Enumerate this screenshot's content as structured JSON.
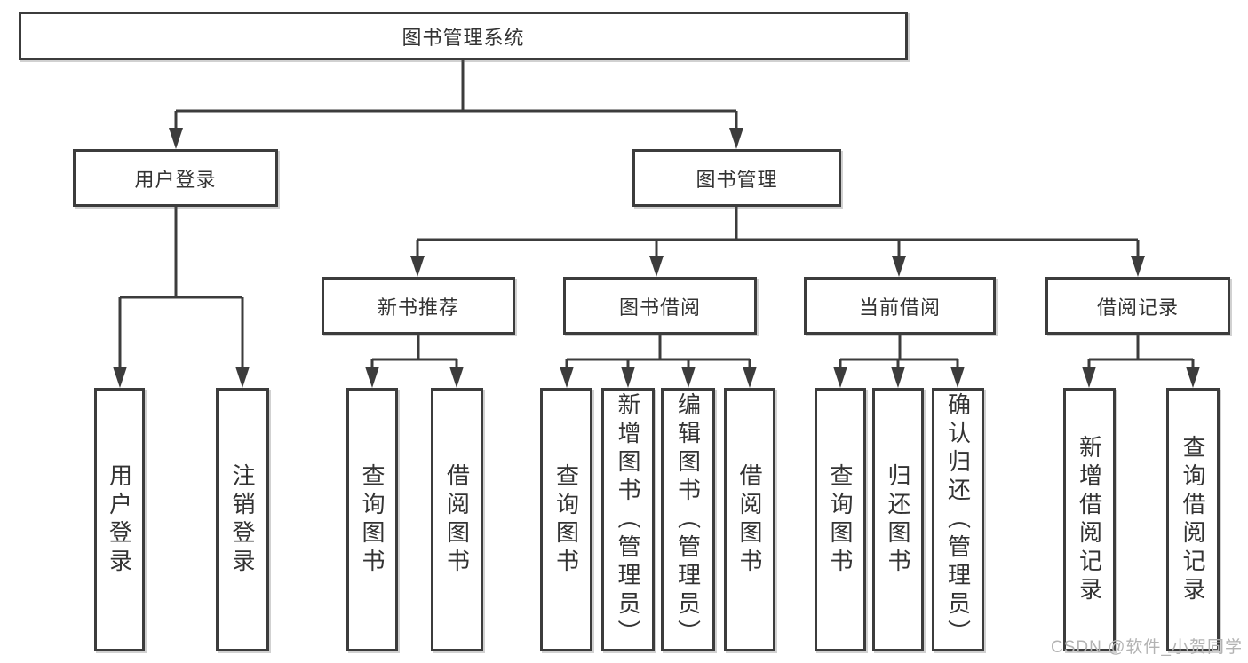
{
  "diagram_type": "functional-structure-tree",
  "tree": {
    "label": "图书管理系统",
    "children": [
      {
        "label": "用户登录",
        "children": [
          {
            "label": "用户登录"
          },
          {
            "label": "注销登录"
          }
        ]
      },
      {
        "label": "图书管理",
        "children": [
          {
            "label": "新书推荐",
            "children": [
              {
                "label": "查询图书"
              },
              {
                "label": "借阅图书"
              }
            ]
          },
          {
            "label": "图书借阅",
            "children": [
              {
                "label": "查询图书"
              },
              {
                "label": "新增图书（管理员）"
              },
              {
                "label": "编辑图书（管理员）"
              },
              {
                "label": "借阅图书"
              }
            ]
          },
          {
            "label": "当前借阅",
            "children": [
              {
                "label": "查询图书"
              },
              {
                "label": "归还图书"
              },
              {
                "label": "确认归还（管理员）"
              }
            ]
          },
          {
            "label": "借阅记录",
            "children": [
              {
                "label": "新增借阅记录"
              },
              {
                "label": "查询借阅记录"
              }
            ]
          }
        ]
      }
    ]
  },
  "watermark": {
    "text": "CSDN @软件_小贺同学"
  },
  "colors": {
    "background": "#ffffff",
    "line": "#3c3c3c",
    "box_border": "#3c3c3c",
    "text": "#333333",
    "watermark": "#b3b3b3"
  }
}
